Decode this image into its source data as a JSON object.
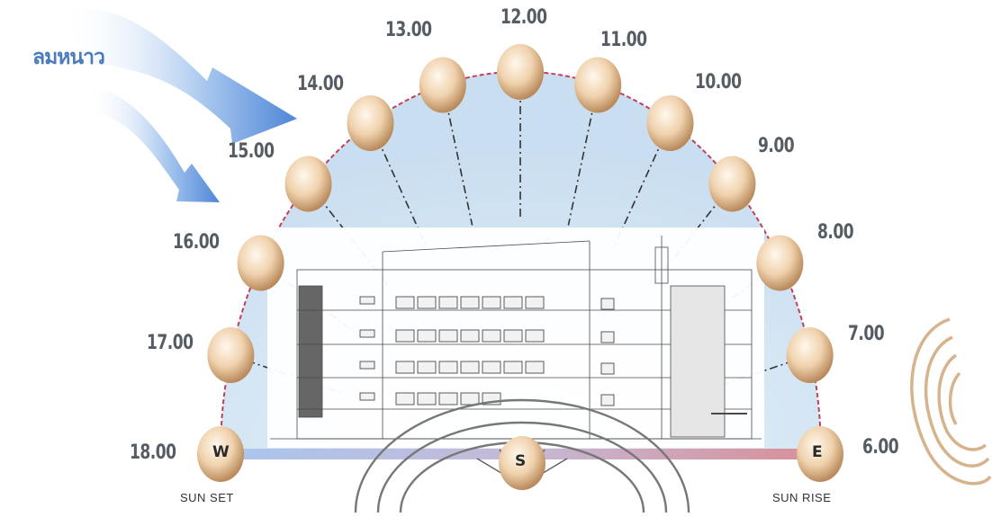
{
  "wind_label": "ลมหนาว",
  "hours": [
    {
      "time": "6.00"
    },
    {
      "time": "7.00"
    },
    {
      "time": "8.00"
    },
    {
      "time": "9.00"
    },
    {
      "time": "10.00"
    },
    {
      "time": "11.00"
    },
    {
      "time": "12.00"
    },
    {
      "time": "13.00"
    },
    {
      "time": "14.00"
    },
    {
      "time": "15.00"
    },
    {
      "time": "16.00"
    },
    {
      "time": "17.00"
    },
    {
      "time": "18.00"
    }
  ],
  "directions": {
    "west": "W",
    "south": "S",
    "east": "E"
  },
  "captions": {
    "sunset": "SUN SET",
    "sunrise": "SUN RISE"
  },
  "colors": {
    "sky": "#cfe3f3",
    "arc": "#c0405a",
    "sun": "#f3dcc0",
    "wind": "#5a8fdc",
    "west_bar": "#a9c6ee",
    "east_bar": "#d8949c"
  }
}
